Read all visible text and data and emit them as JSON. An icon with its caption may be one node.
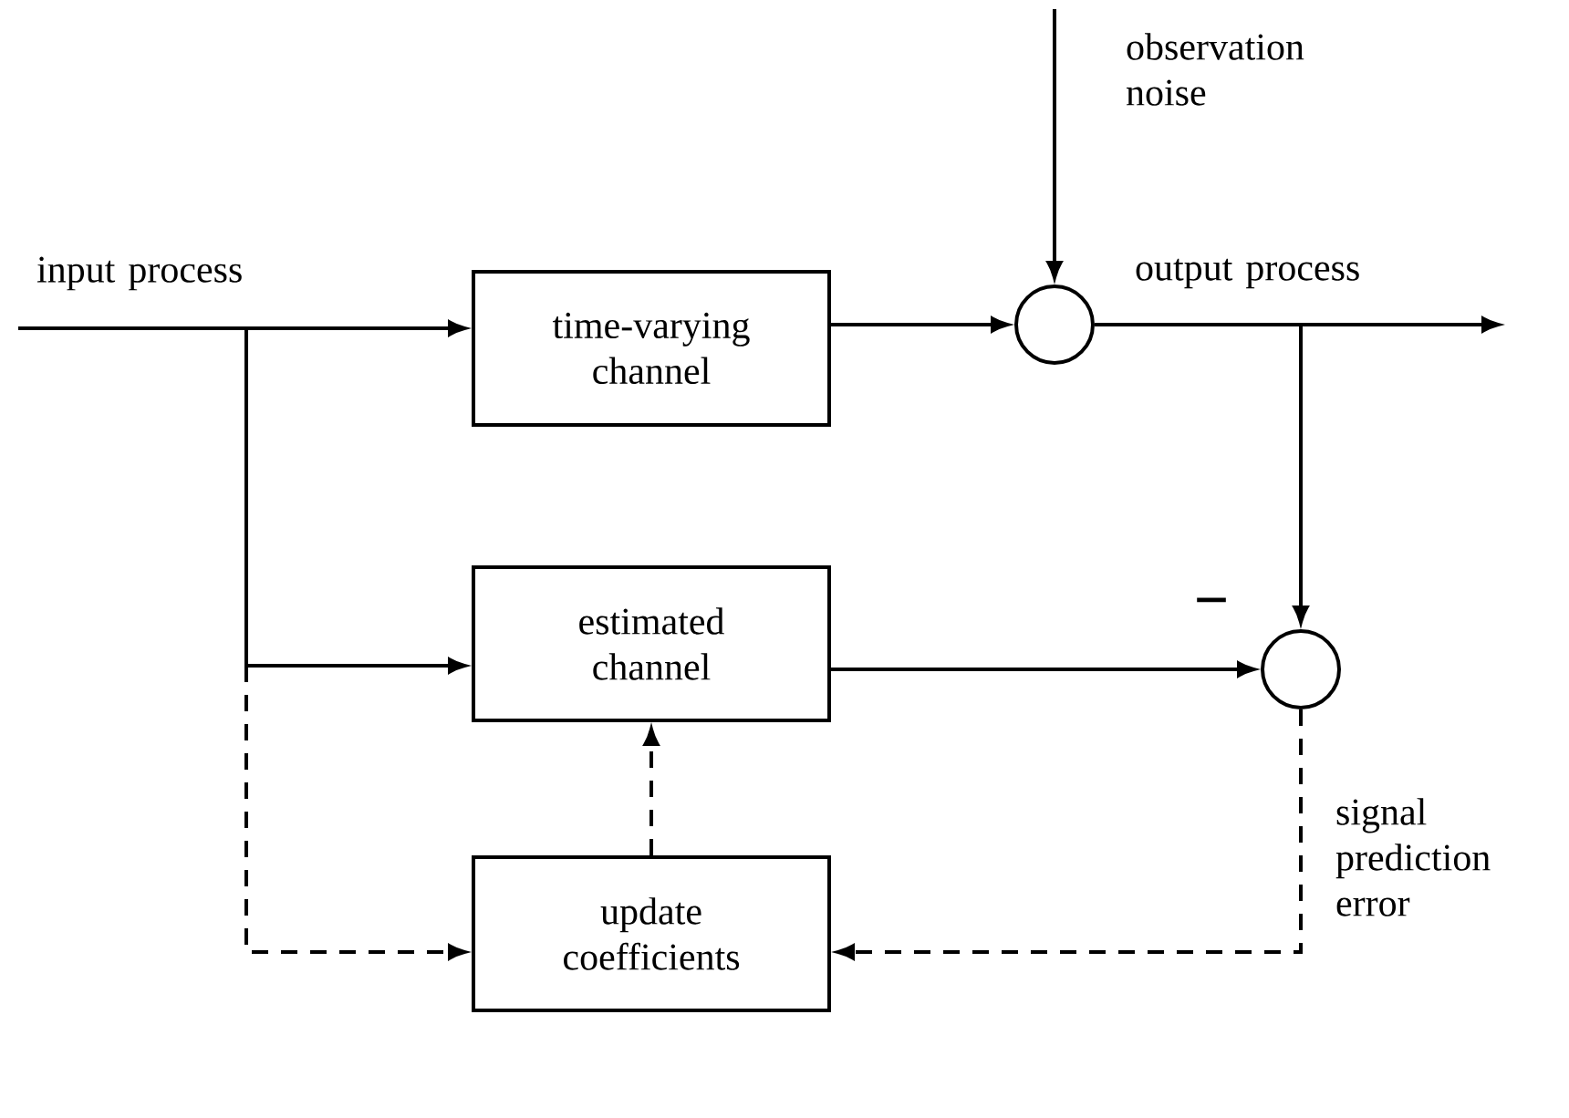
{
  "diagram": {
    "nodes": [
      {
        "text": [
          "time-varying channel"
        ]
      },
      {
        "text": [
          "estimated channel"
        ]
      },
      {
        "text": [
          "update coefficients"
        ]
      },
      {
        "text": [],
        "shape": "circle"
      },
      {
        "text": [],
        "shape": "circle"
      }
    ],
    "edges": [
      {
        "from": null,
        "to": 0,
        "arrow": "to",
        "label": "input process"
      },
      {
        "from": null,
        "to": 1,
        "arrow": "to"
      },
      {
        "from": null,
        "to": 2,
        "arrow": "to",
        "style": "dashed"
      },
      {
        "from": 0,
        "to": 3,
        "arrow": "to"
      },
      {
        "from": null,
        "to": 3,
        "arrow": "to",
        "label": "observation noise"
      },
      {
        "from": 3,
        "to": null,
        "arrow": "to",
        "label": "output process"
      },
      {
        "from": 3,
        "to": 4,
        "arrow": "to"
      },
      {
        "from": 1,
        "to": 4,
        "arrow": "to"
      },
      {
        "from": 4,
        "to": 2,
        "arrow": "to",
        "style": "dashed",
        "label": "signal prediction error"
      },
      {
        "from": 2,
        "to": 1,
        "arrow": "to",
        "style": "dashed"
      }
    ],
    "labels": [
      "−"
    ]
  }
}
